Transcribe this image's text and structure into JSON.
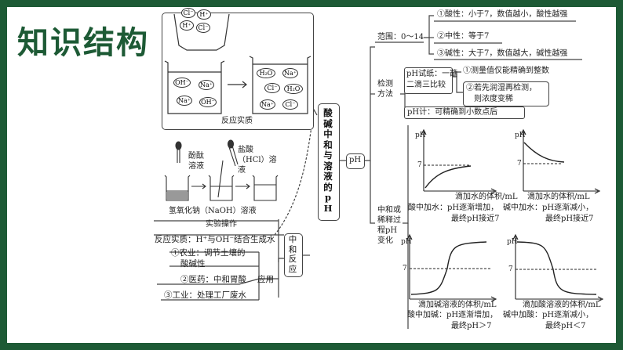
{
  "title": "知识结构",
  "center_label": "酸碱中和与溶液的pH",
  "ph_label": "pH",
  "neutralization_label": "中和反应",
  "reaction_box": {
    "label": "反应实质",
    "ions_left_top": [
      "Cl⁻",
      "H⁺",
      "H⁺",
      "Cl⁻"
    ],
    "ions_beaker1": [
      "OH⁻",
      "Na⁺",
      "Na⁺",
      "OH⁻"
    ],
    "ions_beaker2": [
      "H₂O",
      "Na⁺",
      "Cl⁻",
      "H₂O",
      "Na⁺",
      "Cl⁻"
    ]
  },
  "experiment": {
    "phenolphthalein": "酚酞溶液",
    "hcl": "盐酸（HCl）溶液",
    "naoh": "氢氧化钠（NaOH）溶液",
    "operation": "实验操作"
  },
  "left_items": {
    "essence": "反应实质：H⁺与OH⁻结合生成水",
    "app1a": "①农业：调节土壤的",
    "app1b": "酸碱性",
    "app2": "②医药：中和胃酸",
    "app3": "③工业：处理工厂废水",
    "application": "应用"
  },
  "range": {
    "label": "范围：0～14",
    "items": [
      "①酸性：小于7，数值越小，酸性越强",
      "②中性：等于7",
      "③碱性：大于7，数值越大，碱性越强"
    ]
  },
  "detect": {
    "label": "检测方法",
    "paper_a": "pH试纸：一蘸",
    "paper_b": "二滴三比较",
    "note1": "①测量值仅能精确到整数",
    "note2a": "②若先润湿再检测，",
    "note2b": "则浓度变稀",
    "meter": "pH计：可精确到小数点后"
  },
  "dilute": {
    "label": "中和或稀释过程pH变化",
    "graphs": [
      {
        "ylabel": "pH",
        "mark": "7",
        "xlabel": "滴加水的体积/mL",
        "cap1": "酸中加水：pH逐渐增加，",
        "cap2": "最终pH接近7"
      },
      {
        "ylabel": "pH",
        "mark": "7",
        "xlabel": "滴加水的体积/mL",
        "cap1": "碱中加水：pH逐渐减小，",
        "cap2": "最终pH接近7"
      },
      {
        "ylabel": "pH",
        "mark": "7",
        "xlabel": "滴加碱溶液的体积/mL",
        "cap1": "酸中加碱：pH逐渐增加，",
        "cap2": "最终pH＞7"
      },
      {
        "ylabel": "pH",
        "mark": "7",
        "xlabel": "滴加酸溶液的体积/mL",
        "cap1": "碱中加酸：pH逐渐减小，",
        "cap2": "最终pH＜7"
      }
    ]
  }
}
